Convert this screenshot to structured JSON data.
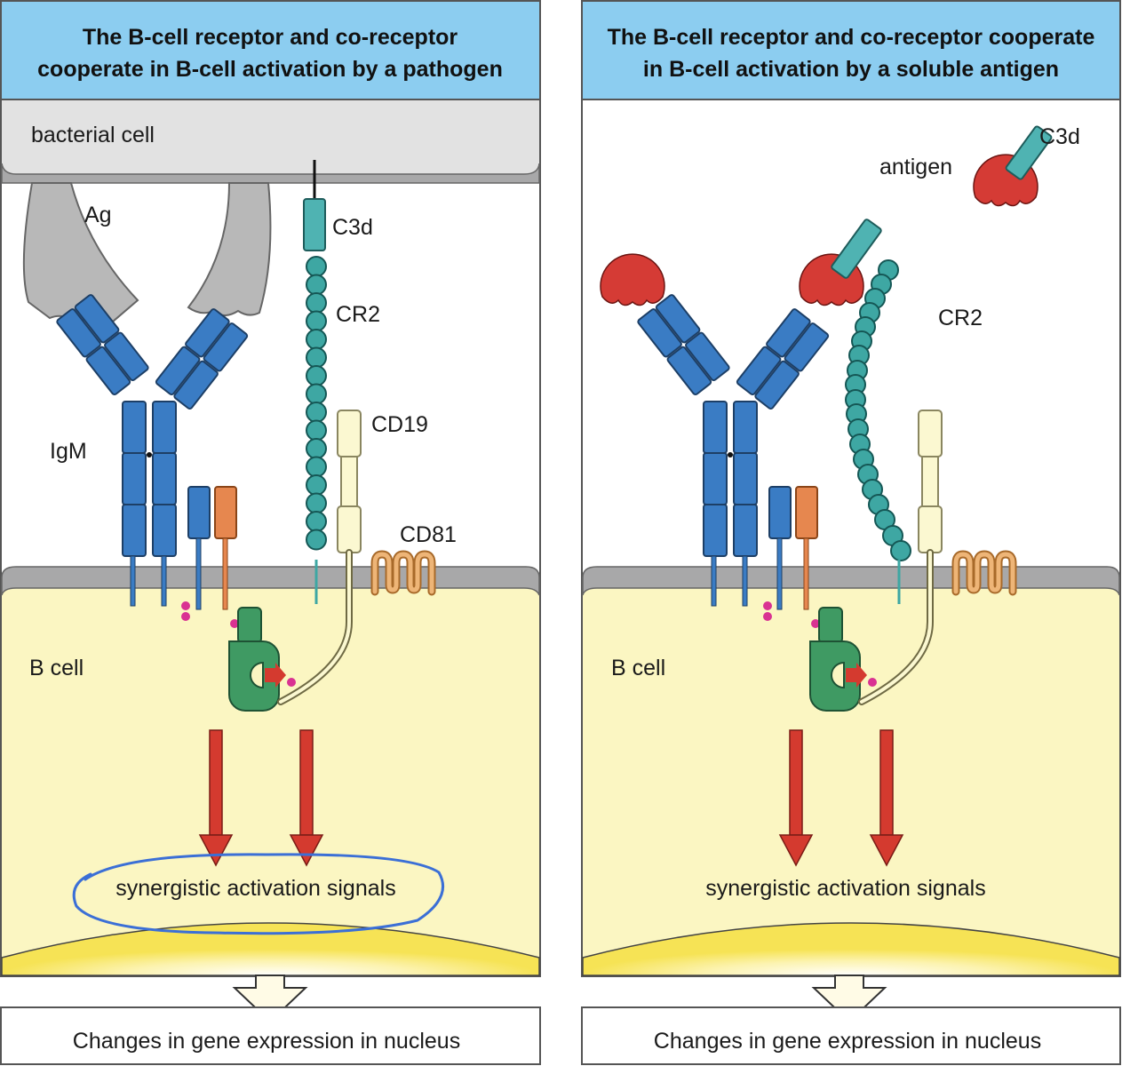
{
  "colors": {
    "header_bg": "#8ccdf0",
    "bacterial_cell": "#e2e2e2",
    "membrane": "#a8a8a9",
    "b_cell": "#fbf6c2",
    "nucleus": "#f8e75c",
    "igm": "#3a7cc4",
    "igalpha": "#3a7cc4",
    "igbeta": "#e6874f",
    "c3d": "#4fb3b2",
    "cr2": "#3ea7a3",
    "cd19": "#fbf8d1",
    "cd81": "#eeb577",
    "kinase": "#3f9a63",
    "antigen": "#d53b35",
    "arrow": "#d43a2f",
    "phospho": "#d93292",
    "annotation": "#3b6fd6"
  },
  "panels": [
    {
      "title_line1": "The B-cell receptor and co-receptor",
      "title_line2": "cooperate in B-cell activation by a pathogen",
      "bacterial_cell": "bacterial cell",
      "ag": "Ag",
      "c3d": "C3d",
      "cr2": "CR2",
      "cd19": "CD19",
      "igm": "IgM",
      "cd81": "CD81",
      "b_cell": "B cell",
      "signals": "synergistic activation signals",
      "footer": "Changes in gene expression in nucleus"
    },
    {
      "title_line1": "The B-cell receptor and co-receptor cooperate",
      "title_line2": "in B-cell activation by a soluble antigen",
      "antigen": "antigen",
      "c3d": "C3d",
      "cr2": "CR2",
      "b_cell": "B cell",
      "signals": "synergistic activation signals",
      "footer": "Changes in gene expression in nucleus"
    }
  ]
}
